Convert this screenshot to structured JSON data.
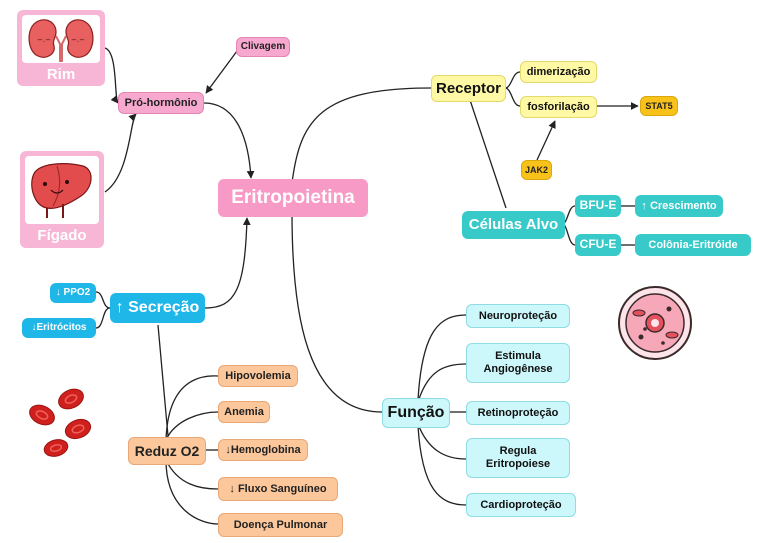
{
  "center": {
    "title": "Eritropoietina"
  },
  "origin": {
    "rim": "Rim",
    "figado": "Fígado",
    "pro_hormonio": "Pró-hormônio",
    "clivagem": "Clivagem"
  },
  "receptor": {
    "title": "Receptor",
    "dimerizacao": "dimerização",
    "fosforilacao": "fosforilação",
    "stat5": "STAT5",
    "jak2": "JAK2"
  },
  "celulas": {
    "title": "Células Alvo",
    "bfu": "BFU-E",
    "cfu": "CFU-E",
    "crescimento": "↑ Crescimento",
    "colonia": "Colônia-Eritróide"
  },
  "secrecao": {
    "title": "↑ Secreção",
    "ppo2": "↓ PPO2",
    "eritrocitos": "↓Eritrócitos"
  },
  "reduz": {
    "title": "Reduz O2",
    "items": [
      "Hipovolemia",
      "Anemia",
      "↓Hemoglobina",
      "↓ Fluxo Sanguíneo",
      "Doença Pulmonar"
    ]
  },
  "funcao": {
    "title": "Função",
    "items": [
      "Neuroproteção",
      "Estimula\nAngiogênese",
      "Retinoproteção",
      "Regula\nEritropoiese",
      "Cardioproteção"
    ]
  },
  "kidney_face_left": "−.−",
  "kidney_face_right": "−.−",
  "colors": {
    "pink": "#f79ac6",
    "yellow": "#fff9a6",
    "gold": "#f8c21a",
    "teal": "#38c9c9",
    "cyan": "#ccf7fb",
    "blue": "#1fb6e8",
    "peach": "#fbc79b",
    "red": "#d0201e"
  }
}
